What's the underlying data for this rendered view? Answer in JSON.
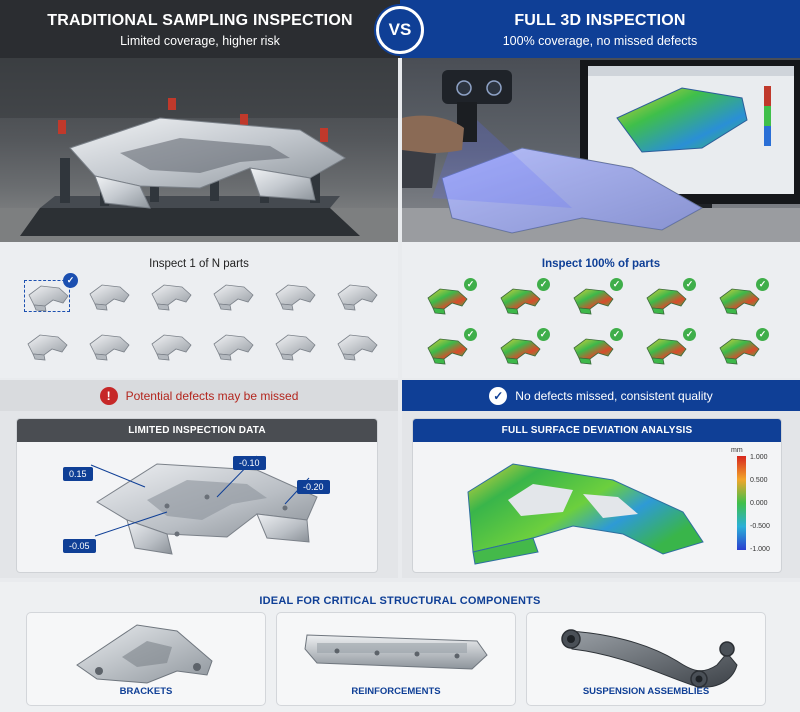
{
  "header": {
    "left_title": "TRADITIONAL SAMPLING INSPECTION",
    "left_subtitle": "Limited coverage, higher risk",
    "vs": "VS",
    "right_title": "FULL 3D INSPECTION",
    "right_subtitle": "100% coverage, no missed defects"
  },
  "sampling_grid": {
    "title": "Inspect 1 of N parts",
    "rows": 2,
    "columns": 6,
    "selected_index": 0,
    "check_mark": "✓"
  },
  "full_grid": {
    "title": "Inspect 100% of parts",
    "rows": 2,
    "columns": 5,
    "check_mark": "✓"
  },
  "banners": {
    "left_icon": "!",
    "left_text": "Potential defects may be missed",
    "right_icon": "✓",
    "right_text": "No defects missed, consistent quality"
  },
  "limited_data": {
    "title": "LIMITED INSPECTION DATA",
    "callouts": [
      "0.15",
      "-0.10",
      "-0.20",
      "-0.05"
    ]
  },
  "deviation": {
    "title": "FULL SURFACE DEVIATION ANALYSIS",
    "unit": "mm",
    "legend": [
      "1.000",
      "0.500",
      "0.000",
      "-0.500",
      "-1.000"
    ]
  },
  "bottom": {
    "title": "IDEAL FOR CRITICAL STRUCTURAL COMPONENTS",
    "items": [
      "BRACKETS",
      "REINFORCEMENTS",
      "SUSPENSION ASSEMBLIES"
    ]
  },
  "colors": {
    "brand_blue": "#0f3f96",
    "dark_header": "#2b2d31",
    "warning_red": "#c62828",
    "check_green": "#3fae4a"
  },
  "icons": {
    "warning": "warning-icon",
    "ok": "check-circle-icon",
    "check": "check-badge-icon"
  }
}
